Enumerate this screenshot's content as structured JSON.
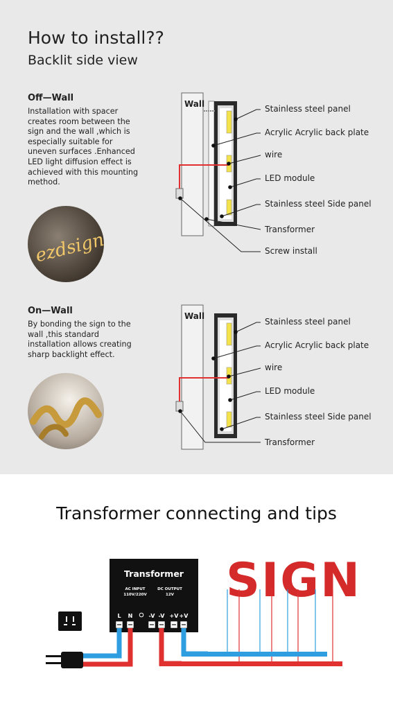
{
  "header": {
    "title": "How to install??",
    "subtitle": "Backlit side view"
  },
  "off_wall": {
    "title": "Off—Wall",
    "description": "Installation with spacer creates room between the sign and the wall ,which is especially suitable for uneven surfaces .Enhanced LED light diffusion effect is achieved with this mounting method.",
    "wall_label": "Wall",
    "photo_text": "ezdsign",
    "labels": [
      "Stainless steel panel",
      "Acrylic Acrylic back plate",
      "wire",
      "LED module",
      "Stainless steel Side panel",
      "Transformer",
      "Screw install"
    ]
  },
  "on_wall": {
    "title": "On—Wall",
    "description": "By bonding the sign to the wall ,this standard installation allows creating sharp backlight effect.",
    "wall_label": "Wall",
    "labels": [
      "Stainless steel panel",
      "Acrylic Acrylic back plate",
      "wire",
      "LED module",
      "Stainless steel Side panel",
      "Transformer"
    ]
  },
  "transformer_section": {
    "title": "Transformer connecting and tips",
    "box_title": "Transformer",
    "ac_input_label": "AC INPUT",
    "ac_input_voltage": "110V/220V",
    "dc_output_label": "DC OUTPUT",
    "dc_output_voltage": "12V",
    "terminals": [
      "L",
      "N",
      "-V",
      "-V",
      "+V",
      "+V"
    ],
    "sign_text": "SIGN",
    "colors": {
      "red": "#e03030",
      "blue": "#2f9ee0",
      "sign": "#d42a2a",
      "box": "#111111"
    }
  }
}
